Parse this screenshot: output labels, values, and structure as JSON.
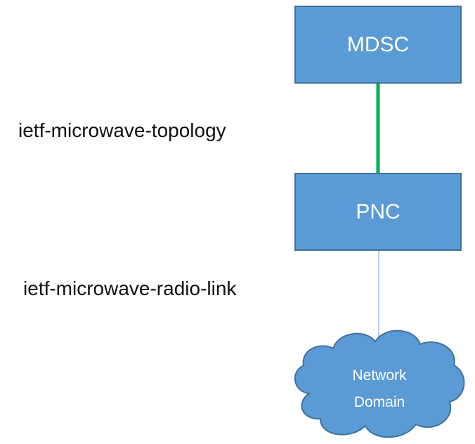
{
  "labels": {
    "topology": "ietf-microwave-topology",
    "radio_link": "ietf-microwave-radio-link"
  },
  "nodes": {
    "mdsc": "MDSC",
    "pnc": "PNC",
    "network_domain_line1": "Network",
    "network_domain_line2": "Domain"
  },
  "colors": {
    "box_fill": "#5b9bd5",
    "box_border": "#41719c",
    "green_link": "#00b050",
    "thin_link": "#9dc3e6"
  }
}
